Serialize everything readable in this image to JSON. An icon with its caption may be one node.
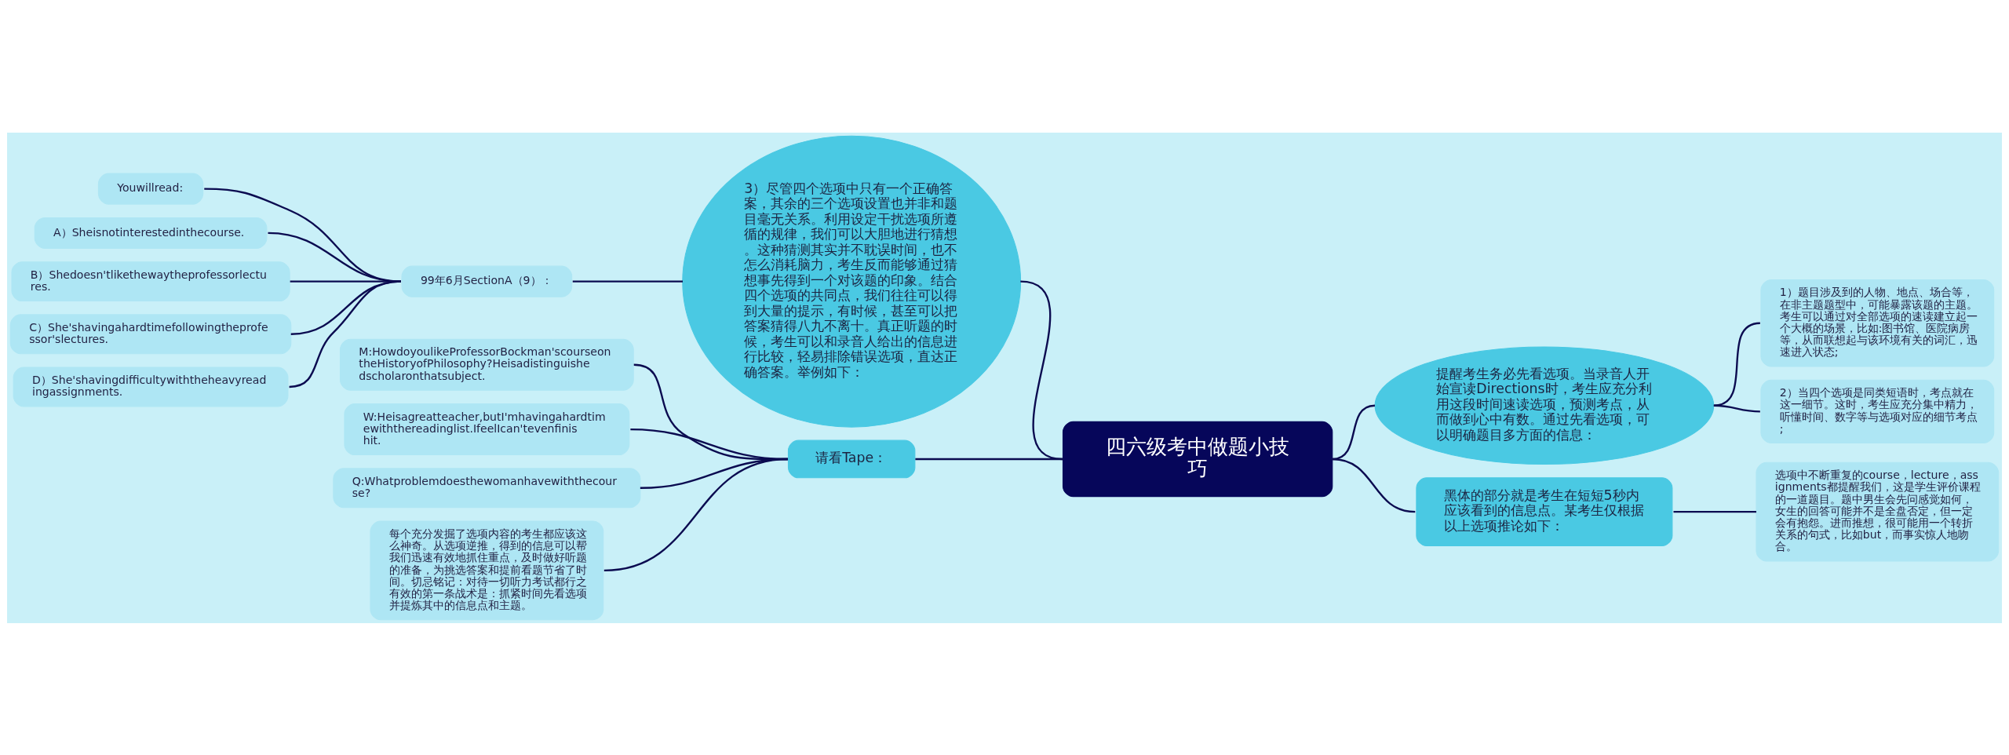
{
  "diagram": {
    "nodes": [
      {
        "text": [
          "四六级考中做题小技巧"
        ]
      },
      {
        "text": [
          "3）尽管四个选项中只有一个正确答案，其余的三个选项设置也并非和题目毫无关系。利用设定干扰选项所遵循的规律，我们可以大胆地进行猜想。这种猜测其实并不耽误时间，也不怎么消耗脑力，考生反而能够通过猜想事先得到一个对该题的印象。结合四个选项的共同点，我们往往可以得到大量的提示，有时候，甚至可以把答案猜得八九不离十。真正听题的时候，考生可以和录音人给出的信息进行比较，轻易排除错误选项，直达正确答案。举例如下："
        ]
      },
      {
        "text": [
          "99年6月SectionA（9）："
        ]
      },
      {
        "text": [
          "Youwillread:"
        ]
      },
      {
        "text": [
          "A）Sheisnotinterestedinthecourse."
        ]
      },
      {
        "text": [
          "B）Shedoesn'tlikethewaytheprofessorlectures."
        ]
      },
      {
        "text": [
          "C）She'shavingahardtimefollowingtheprofessor'slectures."
        ]
      },
      {
        "text": [
          "D）She'shavingdifficultywiththeheavyreadingassignments."
        ]
      },
      {
        "text": [
          "请看Tape："
        ]
      },
      {
        "text": [
          "M:HowdoyoulikeProfessorBockman'scourseontheHistoryofPhilosophy?Heisadistinguishedscholaronthatsubject."
        ]
      },
      {
        "text": [
          "W:Heisagreatteacher,butI'mhavingahardtimewiththereadinglist.IfeelIcan'tevenfinishit."
        ]
      },
      {
        "text": [
          "Q:Whatproblemdoesthewomanhavewiththecourse?"
        ]
      },
      {
        "text": [
          "每个充分发掘了选项内容的考生都应该这么神奇。从选项逆推，得到的信息可以帮我们迅速有效地抓住重点，及时做好听题的准备，为挑选答案和提前看题节省了时间。切忌铭记：对待一切听力考试都行之有效的第一条战术是：抓紧时间先看选项并提炼其中的信息点和主题。"
        ]
      },
      {
        "text": [
          "提醒考生务必先看选项。当录音人开始宣读Directions时，考生应充分利用这段时间速读选项，预测考点，从而做到心中有数。通过先看选项，可以明确题目多方面的信息："
        ]
      },
      {
        "text": [
          "1）题目涉及到的人物、地点、场合等，在非主题题型中，可能暴露该题的主题。考生可以通过对全部选项的速读建立起一个大概的场景，比如:图书馆、医院病房等，从而联想起与该环境有关的词汇，迅速进入状态;"
        ]
      },
      {
        "text": [
          "2）当四个选项是同类短语时，考点就在这一细节。这时，考生应充分集中精力，听懂时间、数字等与选项对应的细节考点;"
        ]
      },
      {
        "text": [
          "黑体的部分就是考生在短短5秒内应该看到的信息点。某考生仅根据以上选项推论如下："
        ]
      },
      {
        "text": [
          "选项中不断重复的course，lecture，assignments都提醒我们，这是学生评价课程的一道题目。题中男生会先问感觉如何，女生的回答可能并不是全盘否定，但一定会有抱怨。进而推想，很可能用一个转折关系的句式，比如but，而事实惊人地吻合。"
        ]
      }
    ],
    "edges": [
      {
        "from": 0,
        "to": 1,
        "arrow": "none"
      },
      {
        "from": 1,
        "to": 2,
        "arrow": "none"
      },
      {
        "from": 2,
        "to": 3,
        "arrow": "none"
      },
      {
        "from": 2,
        "to": 4,
        "arrow": "none"
      },
      {
        "from": 2,
        "to": 5,
        "arrow": "none"
      },
      {
        "from": 2,
        "to": 6,
        "arrow": "none"
      },
      {
        "from": 2,
        "to": 7,
        "arrow": "none"
      },
      {
        "from": 0,
        "to": 8,
        "arrow": "none"
      },
      {
        "from": 8,
        "to": 9,
        "arrow": "none"
      },
      {
        "from": 8,
        "to": 10,
        "arrow": "none"
      },
      {
        "from": 8,
        "to": 11,
        "arrow": "none"
      },
      {
        "from": 8,
        "to": 12,
        "arrow": "none"
      },
      {
        "from": 0,
        "to": 13,
        "arrow": "none"
      },
      {
        "from": 13,
        "to": 14,
        "arrow": "none"
      },
      {
        "from": 13,
        "to": 15,
        "arrow": "none"
      },
      {
        "from": 0,
        "to": 16,
        "arrow": "none"
      },
      {
        "from": 16,
        "to": 17,
        "arrow": "none"
      }
    ]
  }
}
